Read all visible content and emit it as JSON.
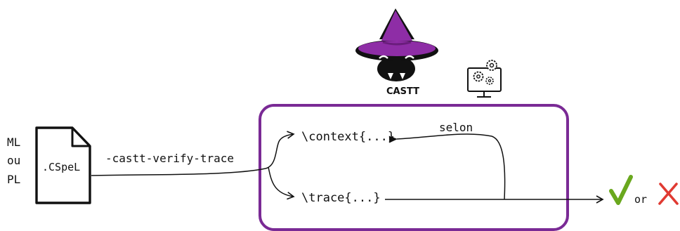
{
  "input_langs": [
    "ML",
    "ou",
    "PL"
  ],
  "file_label": ".CSpeL",
  "option_label": "-castt-verify-trace",
  "logo_text": "CASTT",
  "context_label": "\\context{...}",
  "trace_label": "\\trace{...}",
  "selon_label": "selon",
  "or_label": "or",
  "colors": {
    "frame": "#7a2a95",
    "hat": "#8e2da6",
    "hat_dark": "#6a1d7c",
    "check": "#6aa81e",
    "cross": "#e03a32",
    "ink": "#111111"
  },
  "icons": [
    "file-icon",
    "wizard-logo-icon",
    "settings-monitor-icon",
    "check-icon",
    "cross-icon"
  ]
}
